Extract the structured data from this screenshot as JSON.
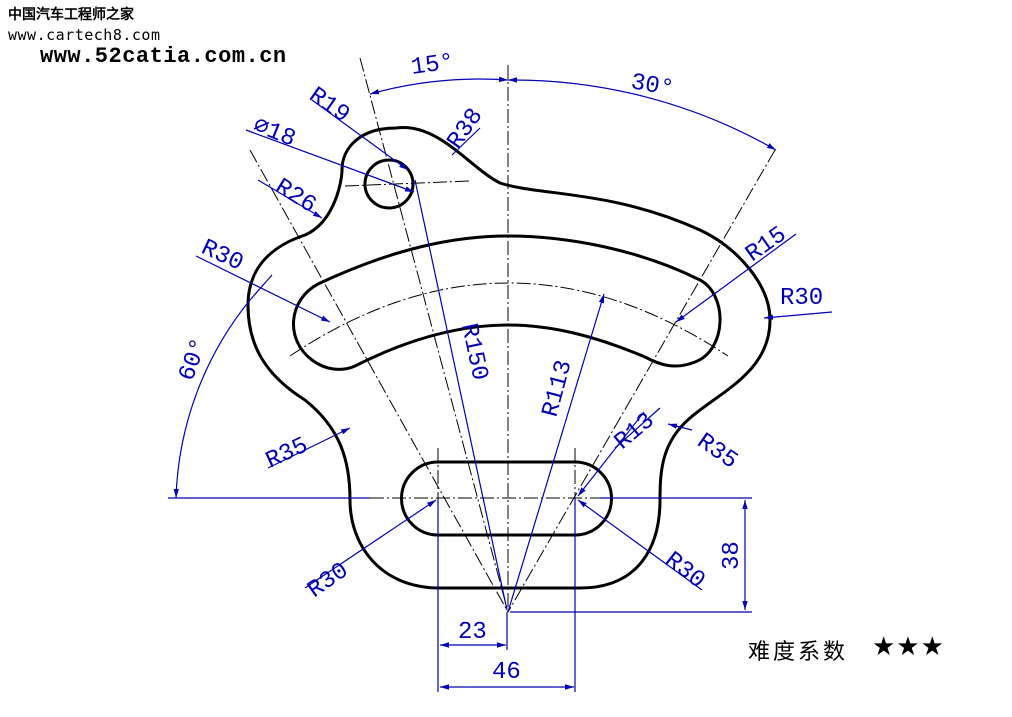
{
  "watermark": {
    "site_cn": "中国汽车工程师之家",
    "site_url": "www.cartech8.com",
    "catia_url": "www.52catia.com.cn"
  },
  "difficulty": {
    "label": "难度系数",
    "stars": "★★★"
  },
  "dimensions": {
    "angle_15": "15°",
    "angle_30": "30°",
    "angle_60": "60°",
    "r19": "R19",
    "dia18": "∅18",
    "r38": "R38",
    "r26": "R26",
    "r30_upper_left": "R30",
    "r15": "R15",
    "r30_right": "R30",
    "r150": "R150",
    "r113": "R113",
    "r13": "R13",
    "r35_left": "R35",
    "r35_right": "R35",
    "r30_lower_left": "R30",
    "r30_lower_right": "R30",
    "d38": "38",
    "d23": "23",
    "d46": "46"
  },
  "colors": {
    "outline": "#000000",
    "dimension": "#0000b4",
    "background": "#ffffff"
  }
}
